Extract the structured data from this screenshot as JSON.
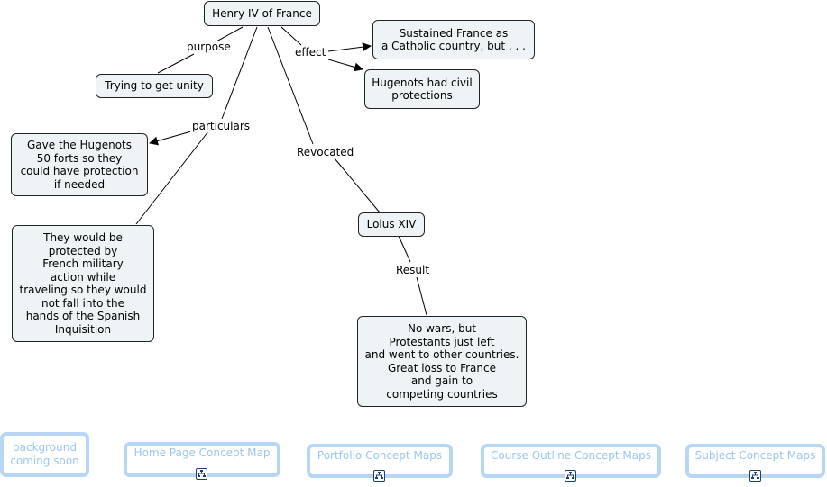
{
  "nodes": {
    "henry": "Henry IV of France",
    "unity": "Trying to get unity",
    "sustained": "Sustained France as\na Catholic country, but . . .",
    "hugenots_civil": "Hugenots had civil\nprotections",
    "forts": "Gave the Hugenots\n50 forts so they\ncould have protection\nif needed",
    "protected": "They would be\nprotected by\nFrench military\naction while\ntraveling so they would\nnot fall into the\nhands of the Spanish\nInquisition",
    "louis": "Loius XIV",
    "no_wars": "No wars, but\nProtestants just left\nand went to other countries.\nGreat loss to France\nand gain to\ncompeting countries"
  },
  "link_labels": {
    "purpose": "purpose",
    "effect": "effect",
    "particulars": "particulars",
    "revocated": "Revocated",
    "result": "Result"
  },
  "nav": {
    "background": "background\ncoming soon",
    "home": "Home Page Concept Map",
    "portfolio": "Portfolio Concept Maps",
    "course": "Course Outline Concept Maps",
    "subject": "Subject Concept Maps"
  },
  "icons": {
    "map_link": "concept-map-link-icon"
  },
  "colors": {
    "node_fill": "#eef3f6",
    "nav_border": "#b7d6f5",
    "nav_text": "#9cc6ef",
    "icon_border": "#1b3f7a"
  }
}
